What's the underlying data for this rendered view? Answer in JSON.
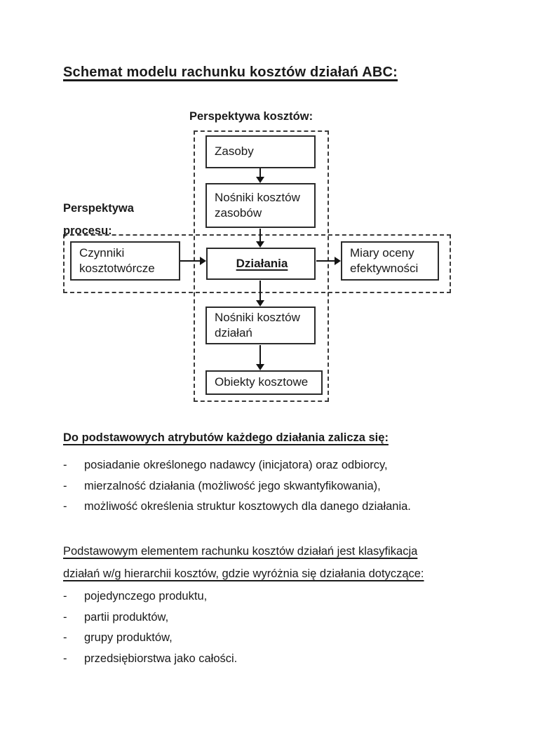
{
  "title": "Schemat modelu rachunku kosztów działań ABC:",
  "diagram": {
    "cost_label": "Perspektywa kosztów:",
    "process_label": [
      "Perspektywa",
      "procesu:"
    ],
    "boxes": {
      "zasoby": "Zasoby",
      "nosniki_zasobow": "Nośniki kosztów zasobów",
      "czynniki": "Czynniki kosztotwórcze",
      "dzialania": "Działania",
      "miary": "Miary oceny efektywności",
      "nosniki_dzialan": "Nośniki kosztów działań",
      "obiekty": "Obiekty kosztowe"
    }
  },
  "bullet_marker": "-",
  "sections": [
    {
      "heading": "Do podstawowych atrybutów każdego działania zalicza się:",
      "items": [
        "posiadanie określonego nadawcy (inicjatora) oraz odbiorcy,",
        "mierzalność działania (możliwość jego skwantyfikowania),",
        "możliwość określenia struktur kosztowych dla danego działania."
      ]
    },
    {
      "heading_lines": [
        "Podstawowym elementem rachunku kosztów działań jest klasyfikacja",
        "działań w/g hierarchii kosztów, gdzie wyróżnia się działania dotyczące:"
      ],
      "items": [
        "pojedynczego produktu,",
        "partii produktów,",
        "grupy produktów,",
        "przedsiębiorstwa jako całości."
      ]
    }
  ],
  "colors": {
    "ink": "#1a1a1a",
    "background": "#ffffff",
    "border": "#2b2b2b"
  }
}
